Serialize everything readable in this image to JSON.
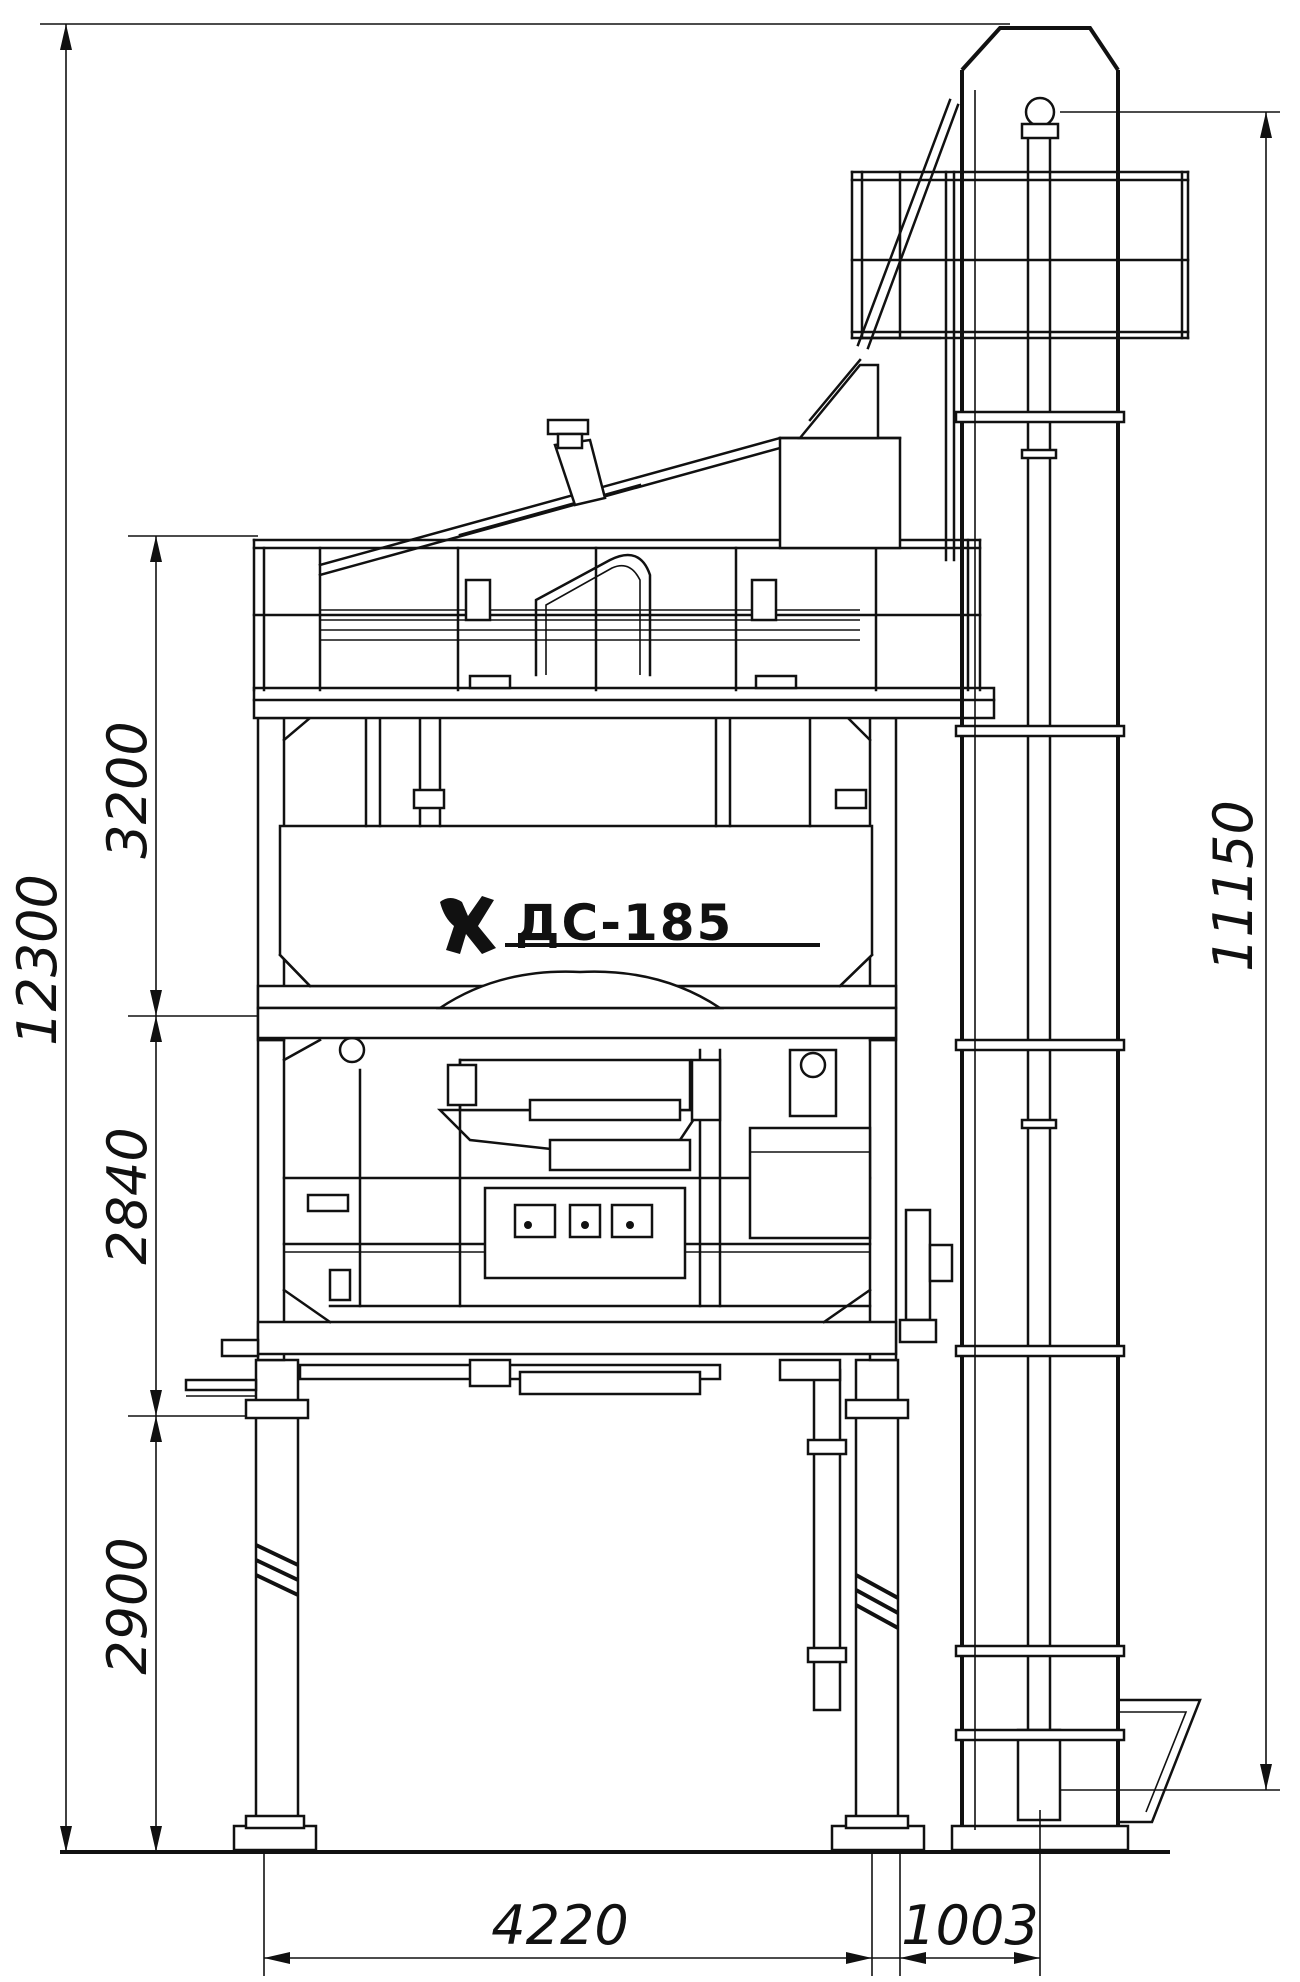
{
  "drawing": {
    "brand_mark": "ДС-185",
    "dimensions": {
      "overall_height": "12300",
      "upper_section": "3200",
      "middle_section": "2840",
      "lower_section": "2900",
      "elevator_height": "11150",
      "frame_width": "4220",
      "elevator_offset": "1003"
    }
  }
}
